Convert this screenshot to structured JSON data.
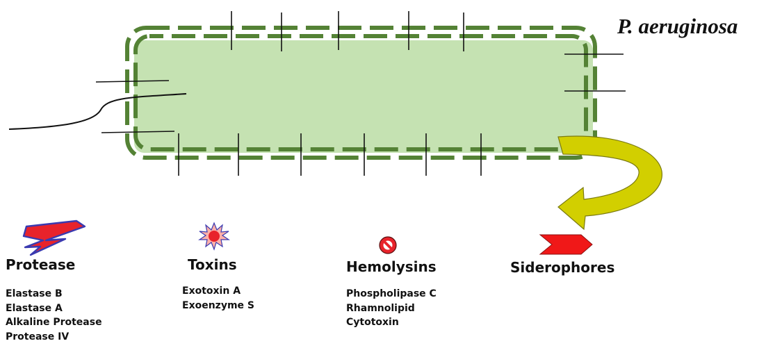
{
  "title": "P. aeruginosa",
  "categories": [
    {
      "name": "Protease",
      "icon": "lightning-bolt-icon",
      "items": [
        "Elastase B",
        "Elastase A",
        "Alkaline Protease",
        "Protease IV"
      ]
    },
    {
      "name": "Toxins",
      "icon": "starburst-icon",
      "items": [
        "Exotoxin A",
        "Exoenzyme S"
      ]
    },
    {
      "name": "Hemolysins",
      "icon": "no-symbol-icon",
      "items": [
        "Phospholipase C",
        "Rhamnolipid",
        "Cytotoxin"
      ]
    },
    {
      "name": "Siderophores",
      "icon": "chevron-arrow-icon",
      "items": []
    }
  ],
  "colors": {
    "cell_fill": "#c5e2b2",
    "membrane": "#548235",
    "arrow_fill": "#d2cf00",
    "protease_icon": "#e8232b",
    "protease_icon_outline": "#3a3ab0",
    "toxin_icon": "#e8232b",
    "hemolysin_icon": "#e8232b",
    "siderophore_icon": "#f01818"
  }
}
